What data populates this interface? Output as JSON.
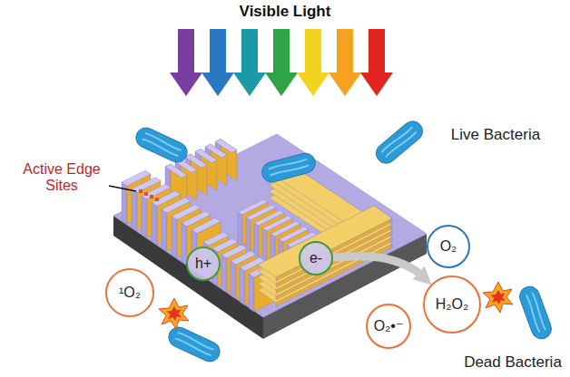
{
  "diagram": {
    "nodes": [
      {
        "text": [
          "h+"
        ]
      },
      {
        "text": [
          "e-"
        ]
      },
      {
        "text": [
          "O₂"
        ]
      },
      {
        "text": [
          "¹O₂"
        ]
      },
      {
        "text": [
          "H₂O₂"
        ]
      },
      {
        "text": [
          "O₂•⁻"
        ]
      }
    ],
    "edges": [
      {
        "from": 1,
        "to": 4,
        "arrow": "to"
      }
    ],
    "labels": [
      "Visible Light",
      "Active Edge Sites",
      "Live Bacteria",
      "Dead Bacteria"
    ]
  }
}
